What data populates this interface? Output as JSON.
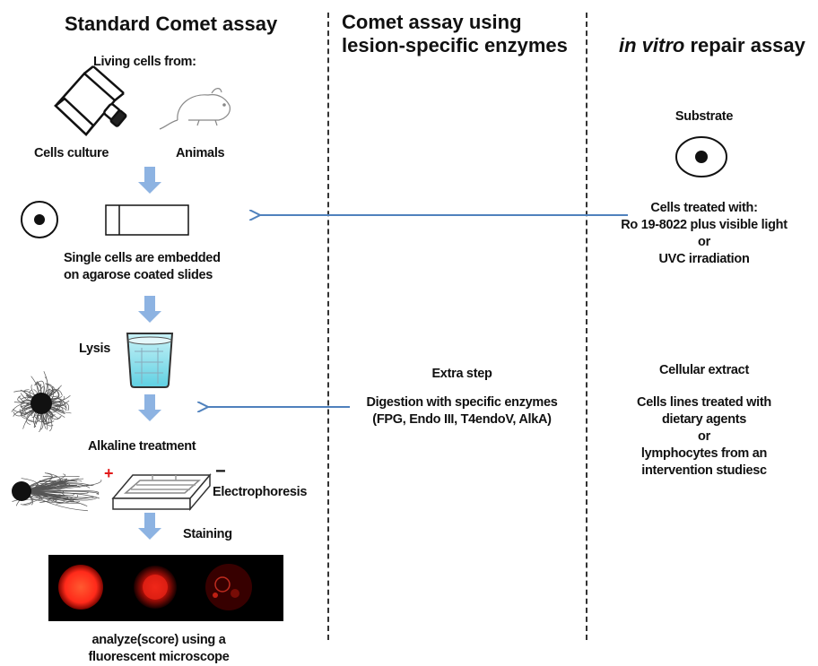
{
  "headers": {
    "col1": "Standard Comet assay",
    "col2_line1": "Comet assay using",
    "col2_line2": "lesion-specific enzymes",
    "col3_italic": "in vitro",
    "col3_rest": " repair assay"
  },
  "standard": {
    "living_cells": "Living cells from:",
    "cells_culture": "Cells culture",
    "animals": "Animals",
    "embedded_line1": "Single cells are embedded",
    "embedded_line2": "on agarose coated slides",
    "lysis": "Lysis",
    "alkaline": "Alkaline treatment",
    "electrophoresis": "Electrophoresis",
    "staining": "Staining",
    "analyze_line1": "analyze(score) using a",
    "analyze_line2": "fluorescent microscope",
    "plus_sign": "+",
    "minus_sign": "−"
  },
  "lesion": {
    "extra_step": "Extra step",
    "digestion_line1": "Digestion with specific enzymes",
    "digestion_line2": "(FPG, Endo III, T4endoV, AlkA)"
  },
  "repair": {
    "substrate": "Substrate",
    "treated_line1": "Cells treated with:",
    "treated_line2": "Ro 19-8022 plus visible light",
    "treated_line3": "or",
    "treated_line4": "UVC irradiation",
    "extract": "Cellular extract",
    "extract_line1": "Cells lines treated with",
    "extract_line2": "dietary agents",
    "extract_line3": "or",
    "extract_line4": "lymphocytes from an",
    "extract_line5": "intervention studiesc"
  },
  "colors": {
    "arrow_blue": "#4f81bd",
    "down_arrow": "#8db3e2",
    "stain_red": "#ff2a1a",
    "dark": "#111111"
  }
}
